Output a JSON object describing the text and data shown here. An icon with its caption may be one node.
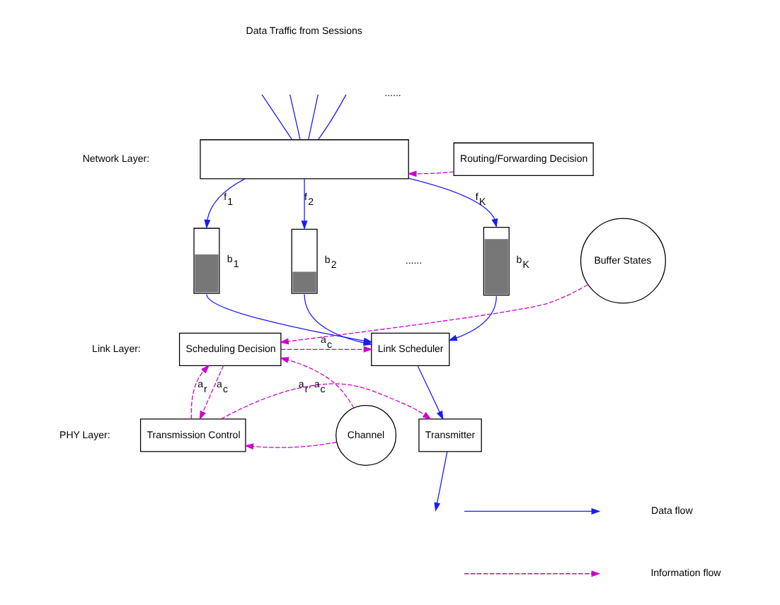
{
  "diagram": {
    "nodes": [
      {
        "text": [],
        "shape": "box"
      },
      {
        "text": [
          "Routing/Forwarding Decision"
        ]
      },
      {
        "text": [],
        "shape": "bar",
        "beside": [
          "b$_{1}$"
        ]
      },
      {
        "text": [],
        "shape": "bar",
        "beside": [
          "b$_{2}$"
        ]
      },
      {
        "text": [],
        "shape": "bar",
        "beside": [
          "b$_{K}$"
        ]
      },
      {
        "text": [
          "Buffer States"
        ]
      },
      {
        "text": [
          "Link Scheduler"
        ]
      },
      {
        "text": [
          "Scheduling Decision"
        ]
      },
      {
        "text": [
          "Channel"
        ]
      },
      {
        "text": [
          "Transmission Control"
        ]
      },
      {
        "text": [
          "Transmitter"
        ]
      }
    ],
    "edges": [
      {
        "from": null,
        "to": 0,
        "arrow": "none"
      },
      {
        "from": null,
        "to": 0,
        "arrow": "none"
      },
      {
        "from": null,
        "to": 0,
        "arrow": "none"
      },
      {
        "from": null,
        "to": 0,
        "arrow": "none"
      },
      {
        "from": 1,
        "to": 0,
        "arrow": "to",
        "style": "dashed",
        "color": "#cc00cc"
      },
      {
        "from": 0,
        "to": 2,
        "arrow": "to",
        "label": "f$_{1}$"
      },
      {
        "from": 0,
        "to": 3,
        "arrow": "to",
        "label": "f$_{2}$"
      },
      {
        "from": 0,
        "to": 4,
        "arrow": "to",
        "label": "f$_{K}$"
      },
      {
        "from": 2,
        "to": 6,
        "arrow": "to"
      },
      {
        "from": 3,
        "to": 6,
        "arrow": "to"
      },
      {
        "from": 4,
        "to": 6,
        "arrow": "to"
      },
      {
        "from": 5,
        "to": 7,
        "arrow": "to",
        "style": "dashed",
        "color": "#cc00cc"
      },
      {
        "from": 7,
        "to": 6,
        "arrow": "to",
        "label": "a$_{c}$",
        "style": "dashed",
        "color": "#cc00cc"
      },
      {
        "from": 8,
        "to": 7,
        "arrow": "to",
        "style": "dashed",
        "color": "#cc00cc"
      },
      {
        "from": 7,
        "to": 9,
        "arrow": "to",
        "label": "a$_{c}$",
        "style": "dashed",
        "color": "#cc00cc"
      },
      {
        "from": 9,
        "to": 7,
        "arrow": "to",
        "label": "a$_{r}$",
        "style": "dashed",
        "color": "#cc00cc"
      },
      {
        "from": 8,
        "to": 9,
        "arrow": "to",
        "style": "dashed",
        "color": "#cc00cc"
      },
      {
        "from": 6,
        "to": 10,
        "arrow": "to"
      },
      {
        "from": 9,
        "to": 10,
        "arrow": "to",
        "label": "a$_{r}$, a$_{c}$",
        "style": "dashed",
        "color": "#cc00cc"
      },
      {
        "from": 10,
        "to": null,
        "arrow": "to"
      }
    ],
    "labels": [
      "Data Traffic from Sessions",
      "......",
      "Network Layer:",
      "......",
      "Link Layer:",
      "PHY Layer:"
    ],
    "legend": [
      {
        "text": "Data flow"
      },
      {
        "text": "Information flow"
      }
    ]
  }
}
